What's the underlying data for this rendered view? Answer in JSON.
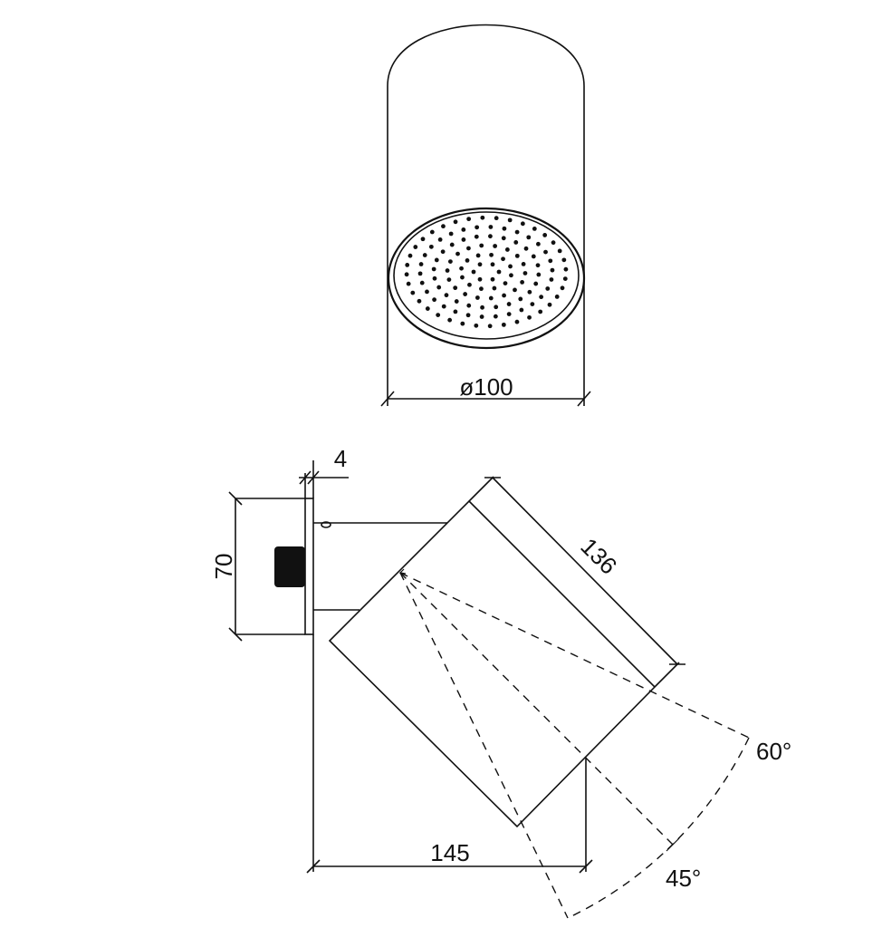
{
  "top_view": {
    "diameter_label": "ø100"
  },
  "side_view": {
    "plate_thickness_label": "4",
    "plate_height_label": "70",
    "head_length_label": "136",
    "projection_label": "145",
    "angle_max_label": "60°",
    "angle_mid_label": "45°"
  },
  "colors": {
    "line": "#111111",
    "background": "#ffffff"
  }
}
